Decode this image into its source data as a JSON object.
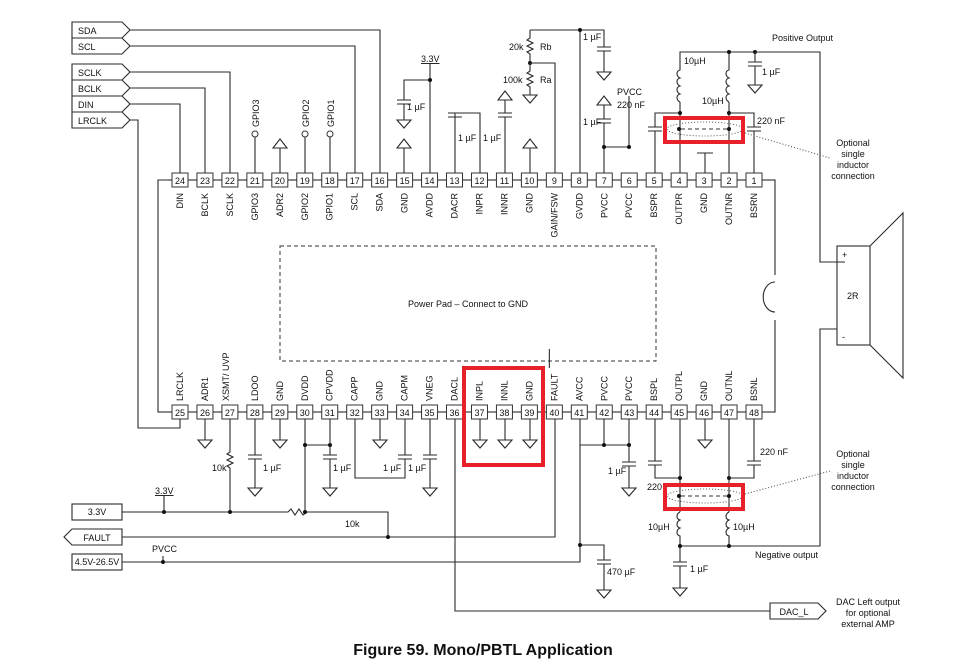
{
  "caption": "Figure 59.  Mono/PBTL Application",
  "power_pad_label": "Power Pad – Connect to GND",
  "left_ports": {
    "sda": "SDA",
    "scl": "SCL",
    "sclk": "SCLK",
    "bclk": "BCLK",
    "din": "DIN",
    "lrclk": "LRCLK",
    "v33": "3.3V",
    "fault": "FAULT",
    "pvcc_in": "4.5V-26.5V"
  },
  "top_pins": [
    {
      "num": "24",
      "name": "DIN"
    },
    {
      "num": "23",
      "name": "BCLK"
    },
    {
      "num": "22",
      "name": "SCLK"
    },
    {
      "num": "21",
      "name": "GPIO3"
    },
    {
      "num": "20",
      "name": "ADR2"
    },
    {
      "num": "19",
      "name": "GPIO2"
    },
    {
      "num": "18",
      "name": "GPIO1"
    },
    {
      "num": "17",
      "name": "SCL"
    },
    {
      "num": "16",
      "name": "SDA"
    },
    {
      "num": "15",
      "name": "GND"
    },
    {
      "num": "14",
      "name": "AVDD"
    },
    {
      "num": "13",
      "name": "DACR"
    },
    {
      "num": "12",
      "name": "INPR"
    },
    {
      "num": "11",
      "name": "INNR"
    },
    {
      "num": "10",
      "name": "GND"
    },
    {
      "num": "9",
      "name": "GAIN/FSW"
    },
    {
      "num": "8",
      "name": "GVDD"
    },
    {
      "num": "7",
      "name": "PVCC"
    },
    {
      "num": "6",
      "name": "PVCC"
    },
    {
      "num": "5",
      "name": "BSPR"
    },
    {
      "num": "4",
      "name": "OUTPR"
    },
    {
      "num": "3",
      "name": "GND"
    },
    {
      "num": "2",
      "name": "OUTNR"
    },
    {
      "num": "1",
      "name": "BSRN"
    }
  ],
  "bottom_pins": [
    {
      "num": "25",
      "name": "LRCLK"
    },
    {
      "num": "26",
      "name": "ADR1"
    },
    {
      "num": "27",
      "name": "XSMT/ UVP"
    },
    {
      "num": "28",
      "name": "LDOO"
    },
    {
      "num": "29",
      "name": "GND"
    },
    {
      "num": "30",
      "name": "DVDD"
    },
    {
      "num": "31",
      "name": "CPVDD"
    },
    {
      "num": "32",
      "name": "CAPP"
    },
    {
      "num": "33",
      "name": "GND"
    },
    {
      "num": "34",
      "name": "CAPM"
    },
    {
      "num": "35",
      "name": "VNEG"
    },
    {
      "num": "36",
      "name": "DACL"
    },
    {
      "num": "37",
      "name": "INPL"
    },
    {
      "num": "38",
      "name": "INNL"
    },
    {
      "num": "39",
      "name": "GND"
    },
    {
      "num": "40",
      "name": "FAULT"
    },
    {
      "num": "41",
      "name": "AVCC"
    },
    {
      "num": "42",
      "name": "PVCC"
    },
    {
      "num": "43",
      "name": "PVCC"
    },
    {
      "num": "44",
      "name": "BSPL"
    },
    {
      "num": "45",
      "name": "OUTPL"
    },
    {
      "num": "46",
      "name": "GND"
    },
    {
      "num": "47",
      "name": "OUTNL"
    },
    {
      "num": "48",
      "name": "BSNL"
    }
  ],
  "labels": {
    "v33_top": "3.3V",
    "v33_bottom": "3.3V",
    "pvcc_top": "PVCC",
    "pvcc_bottom": "PVCC",
    "c_1uF": "1 µF",
    "c_220nF": "220 nF",
    "c_470uF": "470 µF",
    "c_220_partial": "220",
    "r_20k": "20k",
    "r_100k": "100k",
    "r_rb": "Rb",
    "r_ra": "Ra",
    "r_10k": "10k",
    "l_10uH": "10µH",
    "positive_output": "Positive Output",
    "negative_output": "Negative output",
    "opt_single_inductor": [
      "Optional",
      "single",
      "inductor",
      "connection"
    ],
    "speaker_plus": "+",
    "speaker_minus": "-",
    "speaker_load": "2R",
    "dac_l": "DAC_L",
    "dac_note": [
      "DAC Left output",
      "for optional",
      "external AMP"
    ]
  }
}
